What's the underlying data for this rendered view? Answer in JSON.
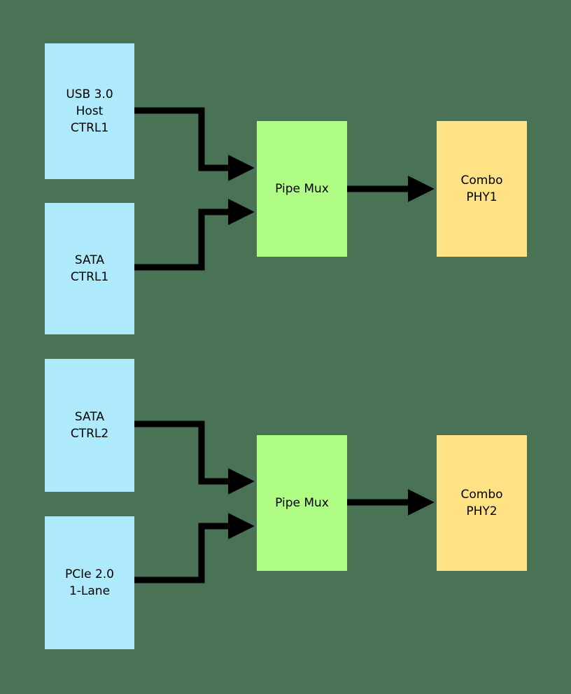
{
  "diagram": {
    "type": "block-diagram",
    "title": "",
    "background_color": "#4a7254",
    "colors": {
      "controller_block": "#aeeafc",
      "mux_block": "#b0fd85",
      "phy_block": "#ffe283",
      "connector": "#000000",
      "text": "#000000"
    },
    "groups": [
      {
        "id": "lane1",
        "controllers": [
          {
            "id": "usb3-host-ctrl1",
            "label": "USB 3.0\nHost\nCTRL1"
          },
          {
            "id": "sata-ctrl1",
            "label": "SATA\nCTRL1"
          }
        ],
        "mux": {
          "id": "pipe-mux-1",
          "label": "Pipe Mux"
        },
        "phy": {
          "id": "combo-phy1",
          "label": "Combo\nPHY1"
        }
      },
      {
        "id": "lane2",
        "controllers": [
          {
            "id": "sata-ctrl2",
            "label": "SATA\nCTRL2"
          },
          {
            "id": "pcie2-1lane",
            "label": "PCIe 2.0\n1-Lane"
          }
        ],
        "mux": {
          "id": "pipe-mux-2",
          "label": "Pipe Mux"
        },
        "phy": {
          "id": "combo-phy2",
          "label": "Combo\nPHY2"
        }
      }
    ],
    "connections": [
      {
        "from": "usb3-host-ctrl1",
        "to": "pipe-mux-1",
        "style": "orthogonal-arrow"
      },
      {
        "from": "sata-ctrl1",
        "to": "pipe-mux-1",
        "style": "orthogonal-arrow"
      },
      {
        "from": "pipe-mux-1",
        "to": "combo-phy1",
        "style": "straight-arrow"
      },
      {
        "from": "sata-ctrl2",
        "to": "pipe-mux-2",
        "style": "orthogonal-arrow"
      },
      {
        "from": "pcie2-1lane",
        "to": "pipe-mux-2",
        "style": "orthogonal-arrow"
      },
      {
        "from": "pipe-mux-2",
        "to": "combo-phy2",
        "style": "straight-arrow"
      }
    ]
  }
}
